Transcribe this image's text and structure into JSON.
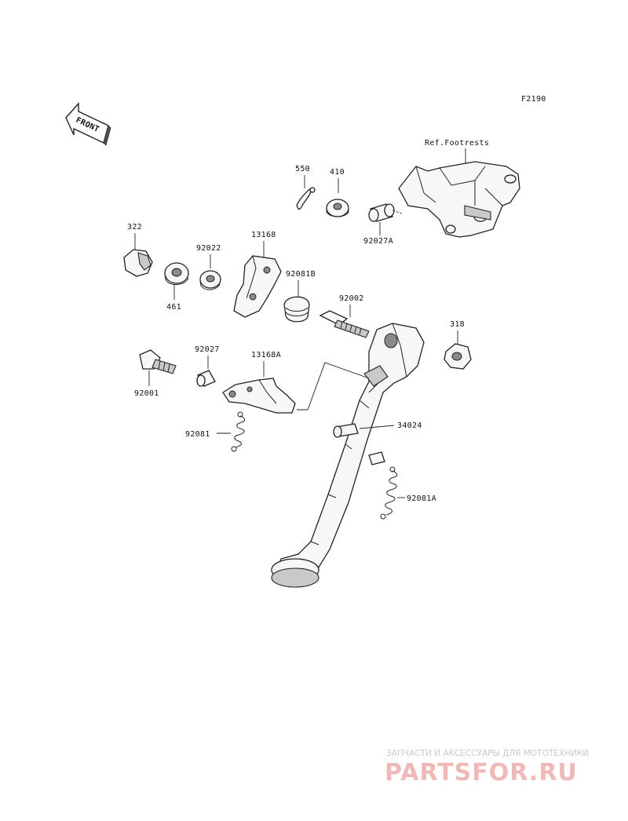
{
  "figure_id": "F2190",
  "front_label": "FRONT",
  "reference_note": "Ref.Footrests",
  "parts": {
    "p550": "550",
    "p410": "410",
    "p322": "322",
    "p92022": "92022",
    "p13168": "13168",
    "p92027A": "92027A",
    "p461": "461",
    "p92081B": "92081B",
    "p92002": "92002",
    "p318": "318",
    "p92027": "92027",
    "p13168A": "13168A",
    "p92001": "92001",
    "p34024": "34024",
    "p92081": "92081",
    "p92081A": "92081A"
  },
  "watermark": {
    "tagline": "ЗАПЧАСТИ И АКСЕССУАРЫ ДЛЯ МОТОТЕХНИКИ",
    "logo": "PARTSFOR.RU"
  }
}
